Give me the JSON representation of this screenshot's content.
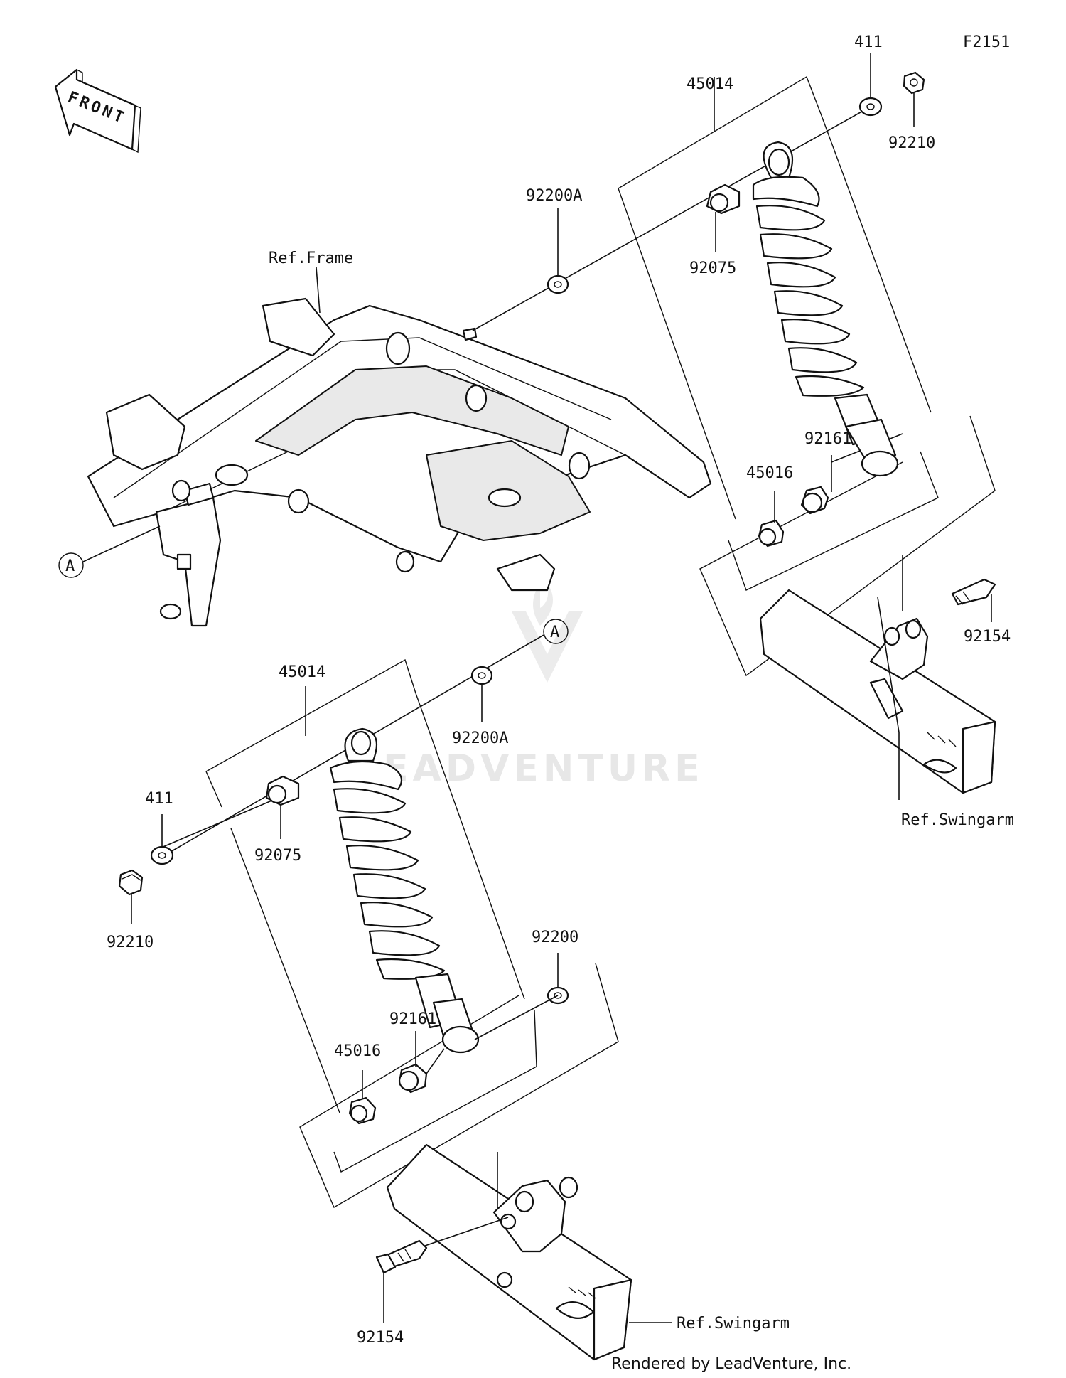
{
  "figure_code": "F2151",
  "front_label": "FRONT",
  "callout_a": "A",
  "parts": {
    "shock_absorber": "45014",
    "washer": "411",
    "nut": "92210",
    "washer_a": "92200A",
    "washer_b": "92200",
    "bushing": "92075",
    "bushing_lower": "92161",
    "collar": "45016",
    "bolt": "92154"
  },
  "references": {
    "frame": "Ref.Frame",
    "swingarm": "Ref.Swingarm"
  },
  "watermark": "LEADVENTURE",
  "footer": "Rendered by LeadVenture, Inc."
}
